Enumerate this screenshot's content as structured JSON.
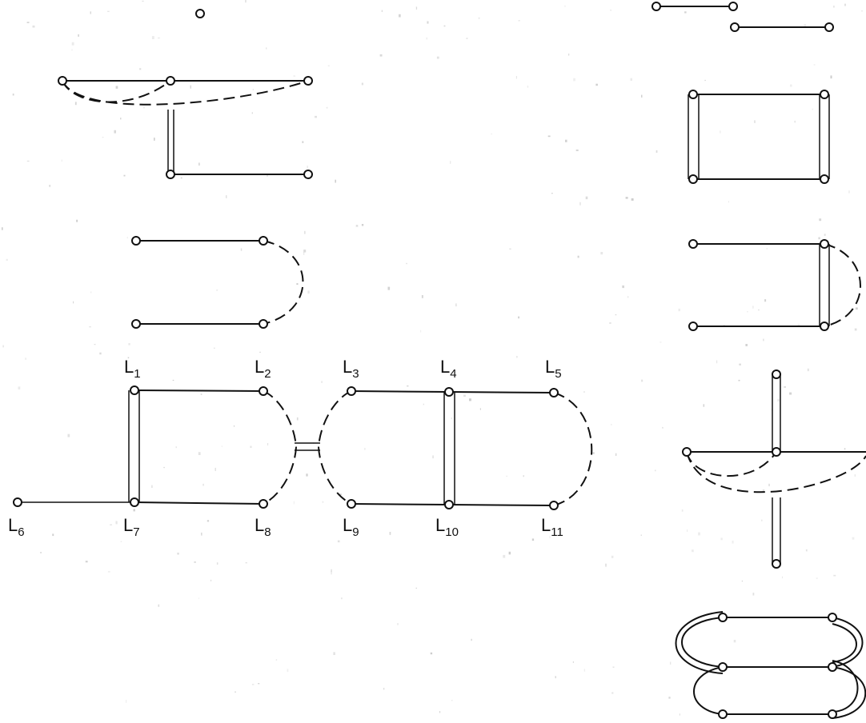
{
  "labels": {
    "L1": {
      "main": "L",
      "sub": "1"
    },
    "L2": {
      "main": "L",
      "sub": "2"
    },
    "L3": {
      "main": "L",
      "sub": "3"
    },
    "L4": {
      "main": "L",
      "sub": "4"
    },
    "L5": {
      "main": "L",
      "sub": "5"
    },
    "L6": {
      "main": "L",
      "sub": "6"
    },
    "L7": {
      "main": "L",
      "sub": "7"
    },
    "L8": {
      "main": "L",
      "sub": "8"
    },
    "L9": {
      "main": "L",
      "sub": "9"
    },
    "L10": {
      "main": "L",
      "sub": "10"
    },
    "L11": {
      "main": "L",
      "sub": "11"
    }
  },
  "colors": {
    "ink": "#111111",
    "paper": "#ffffff"
  }
}
